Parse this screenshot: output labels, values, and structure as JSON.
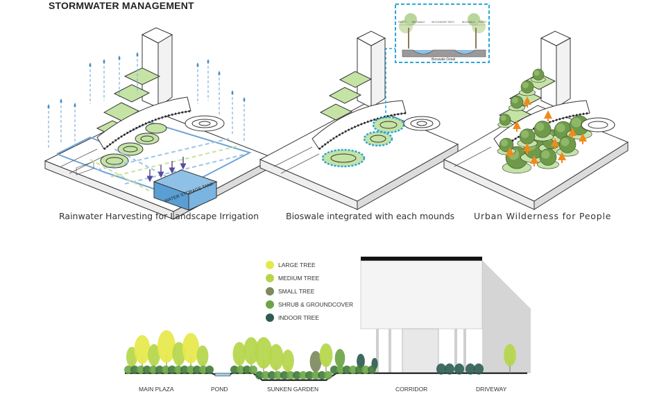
{
  "title": "STORMWATER MANAGEMENT",
  "panels": [
    {
      "caption": "Rainwater Harvesting for Landscape Irrigation",
      "tank_label": "WATER STORAGE TANK"
    },
    {
      "caption": "Bioswale integrated with each mounds",
      "detail_label": "Bioswale Detail",
      "section_labels": [
        "PARTY",
        "BIOSWALE",
        "SECONDARY PATH",
        "BIOSWALE",
        "PARTY"
      ]
    },
    {
      "caption": "Urban Wilderness for People"
    }
  ],
  "legend": [
    {
      "label": "LARGE TREE",
      "color": "#e6e84a"
    },
    {
      "label": "MEDIUM TREE",
      "color": "#b5d64a"
    },
    {
      "label": "SMALL TREE",
      "color": "#7d8a5e"
    },
    {
      "label": "SHRUB & GROUNDCOVER",
      "color": "#6ba546"
    },
    {
      "label": "INDOOR TREE",
      "color": "#2e5c52"
    }
  ],
  "section_zones": [
    "MAIN PLAZA",
    "POND",
    "SUNKEN GARDEN",
    "CORRIDOR",
    "DRIVEWAY"
  ],
  "colors": {
    "water": "#4a8fc4",
    "bioswale": "#2aa6d6",
    "mound": "#c5e3a5",
    "building": "#ffffff"
  }
}
